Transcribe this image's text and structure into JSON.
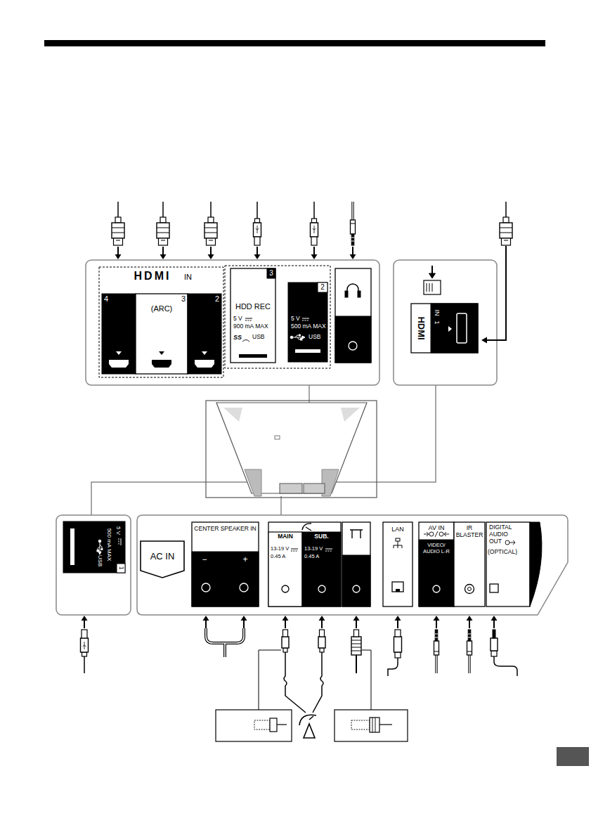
{
  "diagram": {
    "nodes": [
      {
        "text": [
          "HDMI",
          "IN"
        ]
      },
      {
        "text": [
          "4"
        ],
        "in": 0
      },
      {
        "text": [
          "3",
          "(ARC)"
        ],
        "in": 0
      },
      {
        "text": [
          "2"
        ],
        "in": 0
      },
      {
        "text": [
          "3",
          "HDD REC",
          "5 V",
          "900 mA MAX",
          "SS",
          "USB"
        ]
      },
      {
        "text": [
          "2",
          "5 V",
          "500 mA MAX",
          "USB"
        ]
      },
      {
        "text": [
          "HDMI",
          "IN",
          "1"
        ]
      },
      {
        "text": [
          "5 V",
          "500 mA MAX",
          "USB",
          "1"
        ]
      },
      {
        "text": [
          "AC IN"
        ]
      },
      {
        "text": [
          "CENTER SPEAKER IN",
          "−",
          "+"
        ]
      },
      {
        "text": [
          "MAIN",
          "13-19 V",
          "0.45 A"
        ]
      },
      {
        "text": [
          "SUB.",
          "13-19 V",
          "0.45 A"
        ]
      },
      {
        "text": [
          "LAN"
        ]
      },
      {
        "text": [
          "AV IN",
          "VIDEO/ AUDIO L-R"
        ]
      },
      {
        "text": [
          "IR BLASTER"
        ]
      },
      {
        "text": [
          "DIGITAL AUDIO OUT",
          "(OPTICAL)"
        ]
      }
    ]
  }
}
